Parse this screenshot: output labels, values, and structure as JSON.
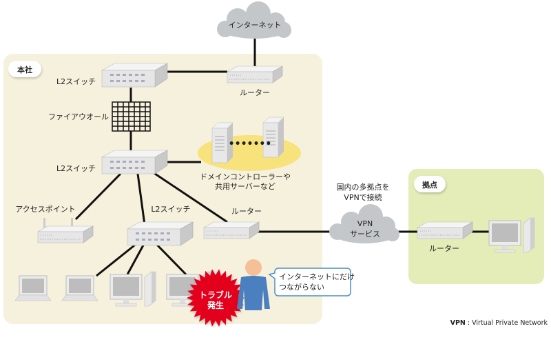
{
  "colors": {
    "hq_panel": "#f6f1dc",
    "branch_panel": "#e4ecb8",
    "cloud": "#c4c7ca",
    "server_highlight": "#f7e27c",
    "trouble_burst": "#e3001b",
    "person_body": "#4a7fc0",
    "callout_border": "#4a8fc8"
  },
  "internet_cloud": {
    "label": "インターネット"
  },
  "hq": {
    "title": "本社",
    "l2_switch_top": "L2スイッチ",
    "router_top": "ルーター",
    "firewall": "ファイアウオール",
    "l2_switch_core": "L2スイッチ",
    "servers_line1": "ドメインコントローラーや",
    "servers_line2": "共用サーバーなど",
    "access_point": "アクセスポイント",
    "l2_switch_floor": "L2スイッチ",
    "router_vpn": "ルーター",
    "trouble_line1": "トラブル",
    "trouble_line2": "発生",
    "callout_line1": "インターネットにだけ",
    "callout_line2": "つながらない"
  },
  "vpn": {
    "caption_line1": "国内の多拠点を",
    "caption_line2": "VPNで接続",
    "cloud_line1": "VPN",
    "cloud_line2": "サービス"
  },
  "branch": {
    "title": "拠点",
    "router": "ルーター"
  },
  "footnote": {
    "abbr": "VPN",
    "separator": " : ",
    "definition": "Virtual Private Network"
  }
}
